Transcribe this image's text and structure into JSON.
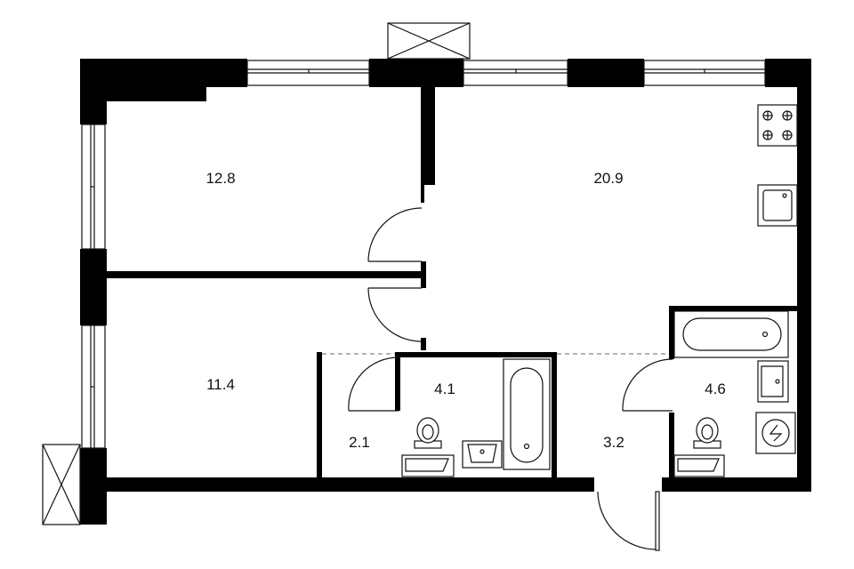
{
  "colors": {
    "wall": "#000000",
    "line": "#111111",
    "background": "#ffffff"
  },
  "rooms": [
    {
      "id": "room-bedroom-top",
      "area": "12.8"
    },
    {
      "id": "room-living-kitchen",
      "area": "20.9"
    },
    {
      "id": "room-bedroom-bottom",
      "area": "11.4"
    },
    {
      "id": "room-bathroom-1",
      "area": "4.1"
    },
    {
      "id": "room-bathroom-2",
      "area": "4.6"
    },
    {
      "id": "room-closet",
      "area": "2.1"
    },
    {
      "id": "room-hallway",
      "area": "3.2"
    }
  ],
  "icons": [
    "window-icon",
    "balcony-vent-icon",
    "door-swing-icon",
    "bathtub-icon",
    "toilet-icon",
    "sink-icon",
    "stove-icon",
    "kitchen-sink-icon",
    "washing-machine-icon",
    "cabinet-icon"
  ]
}
